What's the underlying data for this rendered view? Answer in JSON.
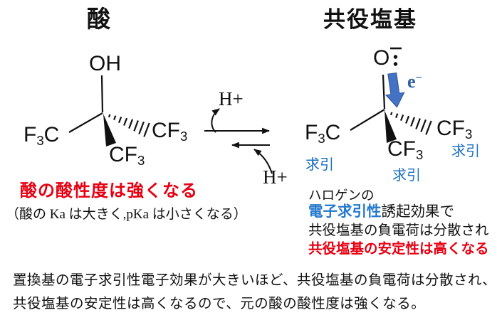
{
  "titles": {
    "acid": "酸",
    "conjugate_base": "共役塩基"
  },
  "acid_molecule": {
    "hydroxyl": "OH",
    "cf3_left": {
      "p1": "F",
      "sub": "3",
      "p2": "C"
    },
    "cf3_right": {
      "p1": "CF",
      "sub": "3"
    },
    "cf3_bottom": {
      "p1": "CF",
      "sub": "3"
    }
  },
  "equilibrium": {
    "forward_h": "H+",
    "reverse_h": "H+"
  },
  "base_molecule": {
    "oxygen": "O",
    "electron_label": {
      "p1": "e",
      "sup": "−"
    },
    "cf3_left": {
      "p1": "F",
      "sub": "3",
      "p2": "C"
    },
    "cf3_right": {
      "p1": "CF",
      "sub": "3"
    },
    "cf3_bottom": {
      "p1": "CF",
      "sub": "3"
    },
    "pull_left": "求引",
    "pull_bottom": "求引",
    "pull_right": "求引"
  },
  "acid_note": {
    "headline": "酸の酸性度は強くなる",
    "detail": "（酸の Ka は大きく,pKa は小さくなる）"
  },
  "base_note": {
    "line1": "ハロゲンの",
    "line2_blue": "電子求引性",
    "line2_rest": "誘起効果で",
    "line3": "共役塩基の負電荷は分散され",
    "line4": "共役塩基の安定性は高くなる"
  },
  "footer": {
    "line1": "置換基の電子求引性電子効果が大きいほど、共役塩基の負電荷は分散され、",
    "line2": "共役塩基の安定性は高くなるので、元の酸の酸性度は強くなる。"
  },
  "colors": {
    "emphasis_red": "#e60012",
    "emphasis_blue": "#2579cd",
    "pull_blue": "#1b6fbf",
    "electron_blue": "#2e5fa7",
    "arrow_fill": "#4472c4",
    "arrow_stroke": "#2f5597",
    "ink": "#111111"
  }
}
